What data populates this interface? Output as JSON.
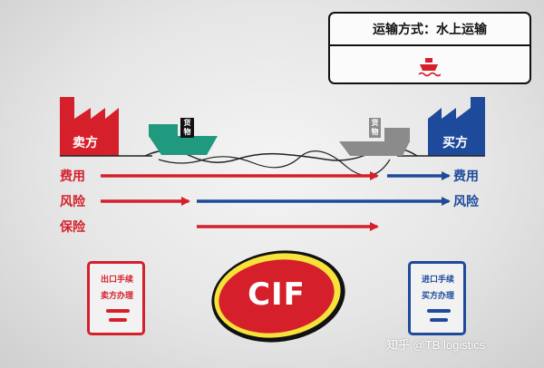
{
  "transport": {
    "title": "运输方式：水上运输",
    "icon": "cargo-ship-icon"
  },
  "seller": {
    "label": "卖方",
    "color": "#d5202b",
    "icon": "factory-icon"
  },
  "buyer": {
    "label": "买方",
    "color": "#1d4a9b",
    "icon": "factory-icon"
  },
  "ships": {
    "cargo_label": "货物"
  },
  "rows": {
    "cost": {
      "left_label": "费用",
      "right_label": "费用"
    },
    "risk": {
      "left_label": "风险",
      "right_label": "风险"
    },
    "insurance": {
      "left_label": "保险"
    }
  },
  "docs": {
    "export": {
      "line1": "出口手续",
      "line2": "卖方办理"
    },
    "import": {
      "line1": "进口手续",
      "line2": "买方办理"
    }
  },
  "term": {
    "text": "CIF"
  },
  "watermark": {
    "text": "知乎 @TB logistics"
  },
  "colors": {
    "seller_red": "#d5202b",
    "buyer_blue": "#1d4a9b",
    "ship_green": "#1f9a7e",
    "ship_gray": "#8b8b8b"
  }
}
